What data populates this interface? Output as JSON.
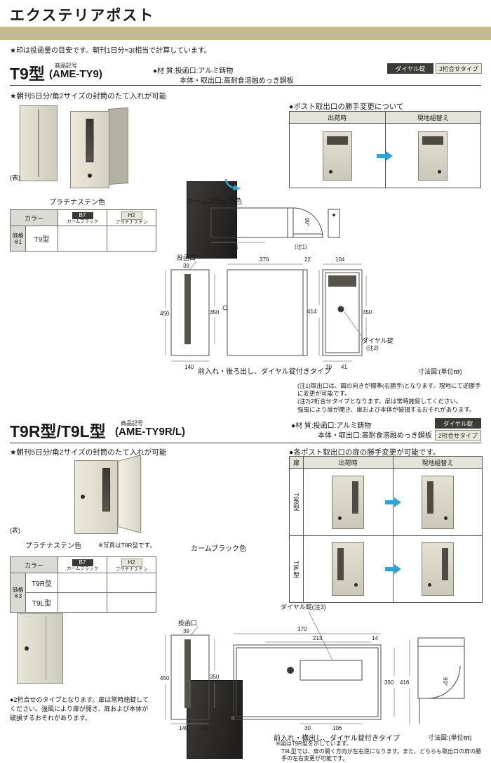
{
  "page": {
    "title": "エクステリアポスト",
    "top_note": "★印は投函量の目安です。朝刊1日分=3ℓ相当で計算しています。"
  },
  "colors": {
    "accent_blue": "#29a7dc",
    "header_bar": "#c6ba92",
    "badge_dark": "#3c3c36",
    "table_gray": "#dbdbd5"
  },
  "s1": {
    "name": "T9型",
    "code_label": "商品記号",
    "code": "(AME-TY9)",
    "material_label": "●材 質:",
    "material_line1": "投函口:アルミ鋳物",
    "material_line2": "本体・取出口:高耐食溶融めっき鋼板",
    "badge_dial": "ダイヤル錠",
    "badge_type": "2桁合せタイプ",
    "feature": "★朝刊5日分/角2サイズの封筒のたて入れが可能",
    "front_mark": "(表)",
    "color_platinum": "プラチナステン色",
    "color_black": "カームブラック色",
    "change_title": "●ポスト取出口の勝手変更について",
    "change_col1": "出荷時",
    "change_col2": "現地組替え",
    "table": {
      "color_header": "カラー",
      "c1_code": "B7",
      "c1_name": "カームブラック",
      "c2_code": "H2",
      "c2_name": "プラチナステン",
      "price_label": "価格",
      "price_note": "※1",
      "row1": "T9型"
    },
    "dims": {
      "slot": "投函口",
      "d39": "39",
      "d450": "450",
      "d350_front": "350",
      "d140": "140",
      "d370": "370",
      "d22": "22",
      "d104": "104",
      "d414": "414",
      "d350_back": "350",
      "d30": "30",
      "d41": "41",
      "d105": "105",
      "d90": "90°",
      "note1": "(注1)",
      "dial": "ダイヤル錠",
      "dial_note": "(注2)"
    },
    "caption": "前入れ・後ろ出し、ダイヤル錠付きタイプ",
    "unit": "寸法図:(単位㎜)",
    "notes": [
      "(注1)取出口は、図の向きが標準(右勝手)となります。現地にて逆勝手に変更が可能です。",
      "(注2)2桁合せタイプとなります。扉は常時施錠してください。",
      "強風により扉が開き、扉および本体が破損するおそれがあります。"
    ]
  },
  "s2": {
    "name": "T9R型/T9L型",
    "code_label": "商品記号",
    "code": "(AME-TY9R/L)",
    "material_label": "●材 質:",
    "material_line1": "投函口:アルミ鋳物",
    "material_line2": "本体・取出口:高耐食溶融めっき鋼板",
    "badge_dial": "ダイヤル錠",
    "badge_type": "2桁合せタイプ",
    "feature": "★朝刊5日分/角2サイズの封筒のたて入れが可能",
    "front_mark": "(表)",
    "color_platinum": "プラチナステン色",
    "photo_note": "※写真はT9R型です。",
    "color_black": "カームブラック色",
    "change_title": "●各ポスト取出口の扉の勝手変更が可能です。",
    "change_door": "扉",
    "change_col1": "出荷時",
    "change_col2": "現地組替え",
    "change_row1": "T9R型",
    "change_row2": "T9L型",
    "table": {
      "color_header": "カラー",
      "c1_code": "B7",
      "c1_name": "カームブラック",
      "c2_code": "H2",
      "c2_name": "プラチナステン",
      "price_label": "価格",
      "price_note": "※3",
      "row1": "T9R型",
      "row2": "T9L型"
    },
    "dims": {
      "slot": "投函口",
      "d39": "39",
      "d450": "450",
      "d350_front": "350",
      "d140": "140",
      "d23": "23",
      "dial": "ダイヤル錠(注3)",
      "d370": "370",
      "d213": "213",
      "d14": "14",
      "d30": "30",
      "d106": "106",
      "d350_plan": "350",
      "d416": "416",
      "d90": "90°"
    },
    "caption": "前入れ・横出し、ダイヤル錠付きタイプ",
    "unit": "寸法図:(単位㎜)",
    "lock_note": "●2桁合せのタイプとなります。扉は常時施錠してください。強風により扉が開き、扉および本体が破損するおそれがあります。",
    "fig_notes": [
      "※図はT9R型を示しています。",
      "T9L型では、扉の開く方向が左右逆になります。また、どちらも取出口の扉の勝手の左右変更が可能です。"
    ]
  }
}
